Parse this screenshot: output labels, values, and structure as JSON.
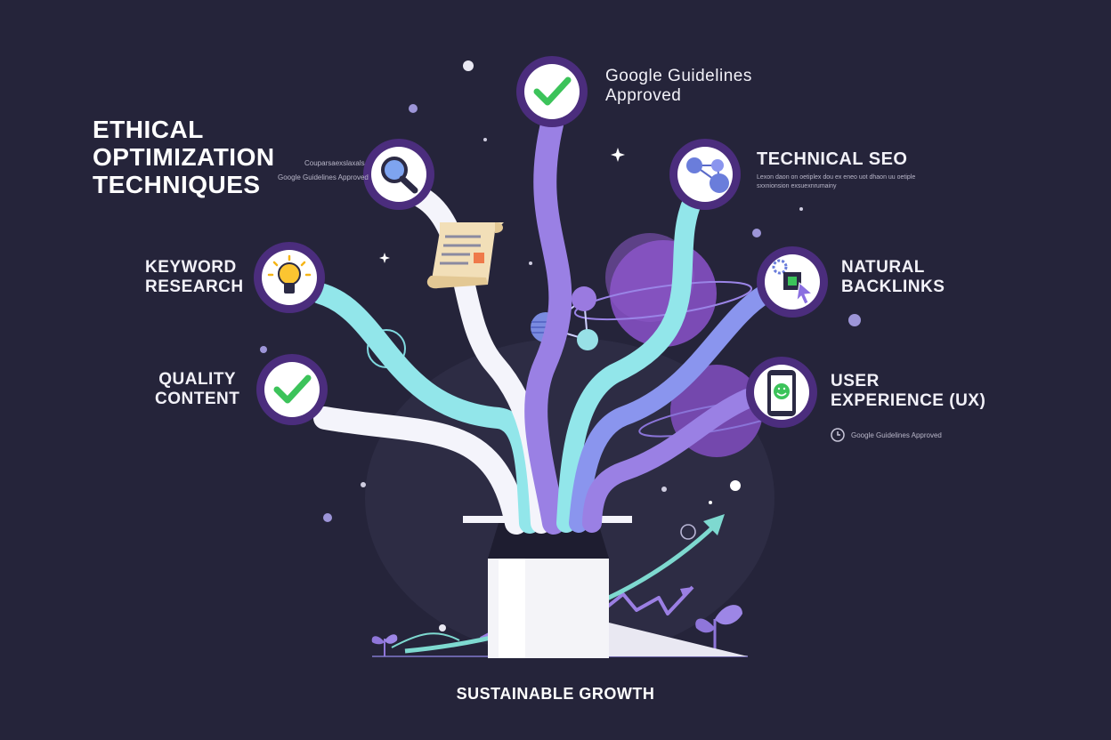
{
  "title": {
    "line1": "ETHICAL",
    "line2": "OPTIMIZATION",
    "line3": "TECHNIQUES"
  },
  "title_notes": {
    "line1": "Couparsaexslaxals",
    "line2": "Google Guidelines Approved"
  },
  "nodes": {
    "google": {
      "line1": "Google Guidelines",
      "line2": "Approved",
      "icon": "checkmark-icon"
    },
    "keyword": {
      "line1": "KEYWORD",
      "line2": "RESEARCH",
      "icon": "lightbulb-icon"
    },
    "quality": {
      "line1": "QUALITY",
      "line2": "CONTENT",
      "icon": "checkmark-icon"
    },
    "technical": {
      "label": "TECHNICAL SEO",
      "note1": "Lexon daon on oetiplex dou ex eneo uot dhaon uu oetiple",
      "note2": "sxxnionsion exsuexnrumainy",
      "icon": "network-nodes-icon"
    },
    "backlinks": {
      "line1": "NATURAL",
      "line2": "BACKLINKS",
      "icon": "chip-cursor-icon"
    },
    "ux": {
      "line1": "USER",
      "line2": "EXPERIENCE (UX)",
      "icon": "smartphone-smile-icon",
      "note": "Google Guidelines Approved"
    },
    "search": {
      "icon": "magnifier-icon"
    }
  },
  "footer": "SUSTAINABLE GROWTH",
  "colors": {
    "background": "#25243a",
    "node_ring": "#4b2d7d",
    "stream_white": "#f4f4fb",
    "stream_teal": "#92e6ea",
    "stream_purple": "#9a80e4",
    "stream_blue": "#8a95ee",
    "check_green": "#3cc35a",
    "growth_arrow": "#7ed9d0"
  }
}
